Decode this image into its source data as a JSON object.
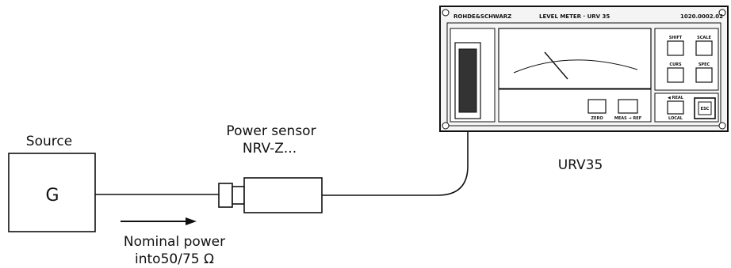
{
  "source": {
    "caption": "Source",
    "symbol": "G"
  },
  "sensor": {
    "caption_line1": "Power sensor",
    "caption_line2": "NRV-Z..."
  },
  "arrow_label": {
    "line1": "Nominal power",
    "line2": "into50/75 Ω"
  },
  "meter": {
    "caption": "URV35",
    "brand": "ROHDE&SCHWARZ",
    "model": "LEVEL METER · URV 35",
    "serial": "1020.0002.02",
    "key_labels": {
      "btn1": "SHIFT",
      "btn2": "SCALE",
      "btn3": "CURS",
      "btn4": "SPEC",
      "btn5": "ZERO",
      "btn6": "MEAS → REF",
      "btn7": "◀ REAL",
      "btn8": "LOCAL",
      "btn9": "ESC"
    }
  },
  "colors": {
    "line": "#111111",
    "panel": "#f4f4f4",
    "display": "#2a2a2a"
  }
}
